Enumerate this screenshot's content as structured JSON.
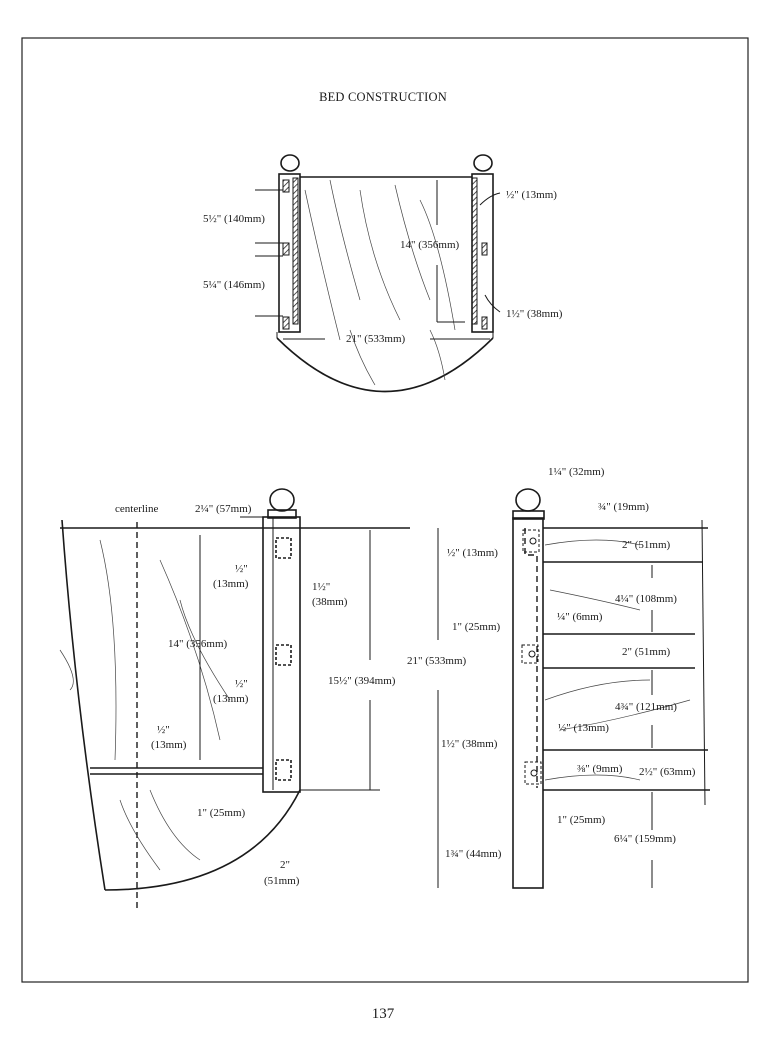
{
  "page": {
    "title": "BED CONSTRUCTION",
    "page_number": "137"
  },
  "top_view": {
    "labels": [
      "5½\" (140mm)",
      "5¼\" (146mm)",
      "14\" (356mm)",
      "½\" (13mm)",
      "1½\" (38mm)",
      "21\" (533mm)"
    ]
  },
  "side_view": {
    "labels": [
      "centerline",
      "2¼\" (57mm)",
      "½\"",
      "(13mm)",
      "1½\"",
      "(38mm)",
      "14\" (356mm)",
      "½\"",
      "(13mm)",
      "15½\" (394mm)",
      "½\"",
      "(13mm)",
      "1\" (25mm)",
      "2\"",
      "(51mm)"
    ]
  },
  "front_view": {
    "labels": [
      "1¼\" (32mm)",
      "¾\" (19mm)",
      "½\" (13mm)",
      "2\" (51mm)",
      "4¼\" (108mm)",
      "¼\" (6mm)",
      "1\" (25mm)",
      "21\" (533mm)",
      "2\" (51mm)",
      "4¾\" (121mm)",
      "½\" (13mm)",
      "1½\" (38mm)",
      "⅜\" (9mm)",
      "2½\" (63mm)",
      "1\" (25mm)",
      "6¼\" (159mm)",
      "1¾\" (44mm)"
    ]
  }
}
